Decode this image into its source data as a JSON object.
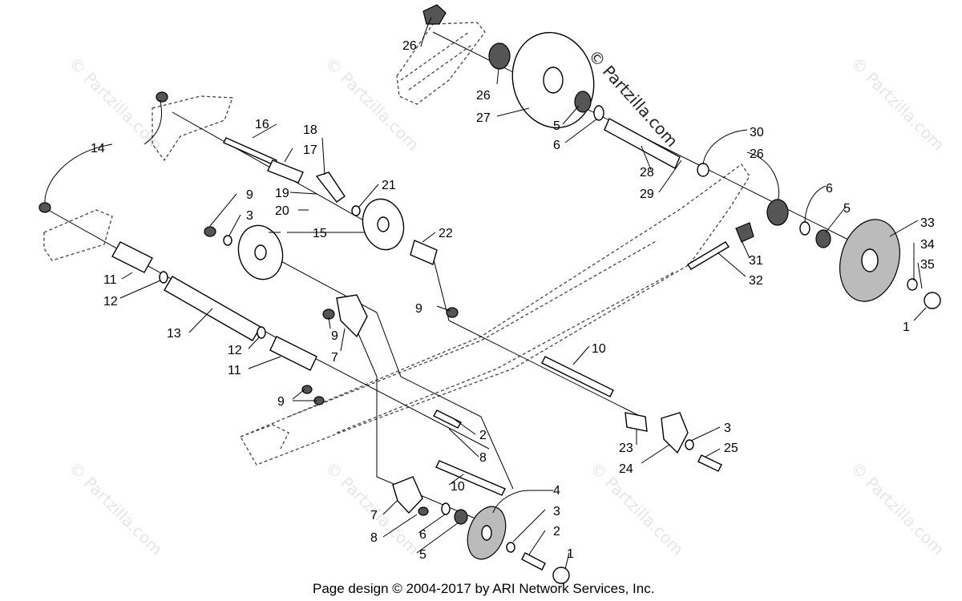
{
  "watermarks": {
    "site": "© Partzilla.com",
    "center": "© Partzilla.com"
  },
  "footer": {
    "credit": "Page design © 2004-2017 by ARI Network Services, Inc."
  },
  "callouts": [
    {
      "id": "c-26a",
      "text": "26"
    },
    {
      "id": "c-26b",
      "text": "26"
    },
    {
      "id": "c-27",
      "text": "27"
    },
    {
      "id": "c-5a",
      "text": "5"
    },
    {
      "id": "c-6a",
      "text": "6"
    },
    {
      "id": "c-28",
      "text": "28"
    },
    {
      "id": "c-29",
      "text": "29"
    },
    {
      "id": "c-30",
      "text": "30"
    },
    {
      "id": "c-26c",
      "text": "26"
    },
    {
      "id": "c-6b",
      "text": "6"
    },
    {
      "id": "c-5b",
      "text": "5"
    },
    {
      "id": "c-33",
      "text": "33"
    },
    {
      "id": "c-34",
      "text": "34"
    },
    {
      "id": "c-35",
      "text": "35"
    },
    {
      "id": "c-1a",
      "text": "1"
    },
    {
      "id": "c-31",
      "text": "31"
    },
    {
      "id": "c-32",
      "text": "32"
    },
    {
      "id": "c-14",
      "text": "14"
    },
    {
      "id": "c-16",
      "text": "16"
    },
    {
      "id": "c-17",
      "text": "17"
    },
    {
      "id": "c-18",
      "text": "18"
    },
    {
      "id": "c-19",
      "text": "19"
    },
    {
      "id": "c-20",
      "text": "20"
    },
    {
      "id": "c-21",
      "text": "21"
    },
    {
      "id": "c-9a",
      "text": "9"
    },
    {
      "id": "c-3a",
      "text": "3"
    },
    {
      "id": "c-15",
      "text": "15"
    },
    {
      "id": "c-22",
      "text": "22"
    },
    {
      "id": "c-11a",
      "text": "11"
    },
    {
      "id": "c-12a",
      "text": "12"
    },
    {
      "id": "c-13",
      "text": "13"
    },
    {
      "id": "c-9b",
      "text": "9"
    },
    {
      "id": "c-9c",
      "text": "9"
    },
    {
      "id": "c-7a",
      "text": "7"
    },
    {
      "id": "c-12b",
      "text": "12"
    },
    {
      "id": "c-11b",
      "text": "11"
    },
    {
      "id": "c-10a",
      "text": "10"
    },
    {
      "id": "c-9d",
      "text": "9"
    },
    {
      "id": "c-2a",
      "text": "2"
    },
    {
      "id": "c-8a",
      "text": "8"
    },
    {
      "id": "c-10b",
      "text": "10"
    },
    {
      "id": "c-3b",
      "text": "3"
    },
    {
      "id": "c-25",
      "text": "25"
    },
    {
      "id": "c-23",
      "text": "23"
    },
    {
      "id": "c-24",
      "text": "24"
    },
    {
      "id": "c-4",
      "text": "4"
    },
    {
      "id": "c-3c",
      "text": "3"
    },
    {
      "id": "c-7b",
      "text": "7"
    },
    {
      "id": "c-8b",
      "text": "8"
    },
    {
      "id": "c-6c",
      "text": "6"
    },
    {
      "id": "c-2b",
      "text": "2"
    },
    {
      "id": "c-5c",
      "text": "5"
    },
    {
      "id": "c-1b",
      "text": "1"
    }
  ]
}
